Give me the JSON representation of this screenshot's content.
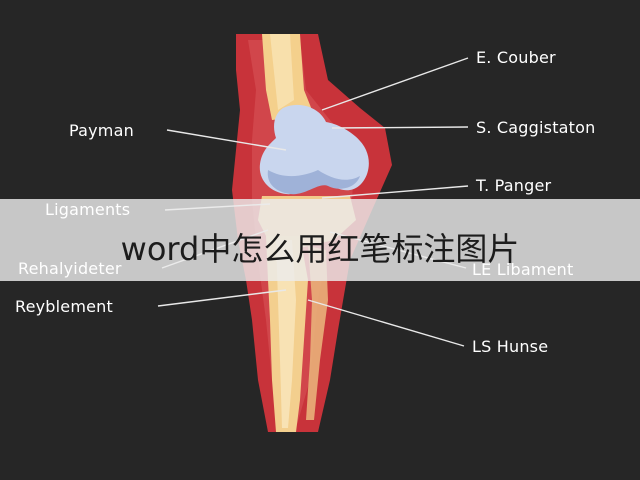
{
  "labels": {
    "e_couber": "E. Couber",
    "payman": "Payman",
    "s_caggistaton": "S. Caggistaton",
    "t_panger": "T. Panger",
    "ligaments": "Ligaments",
    "rehalyideter": "Rehalyideter",
    "le_libament": "LE Libament",
    "reyblement": "Reyblement",
    "ls_hunse": "LS Hunse"
  },
  "banner": {
    "text": "word中怎么用红笔标注图片"
  }
}
